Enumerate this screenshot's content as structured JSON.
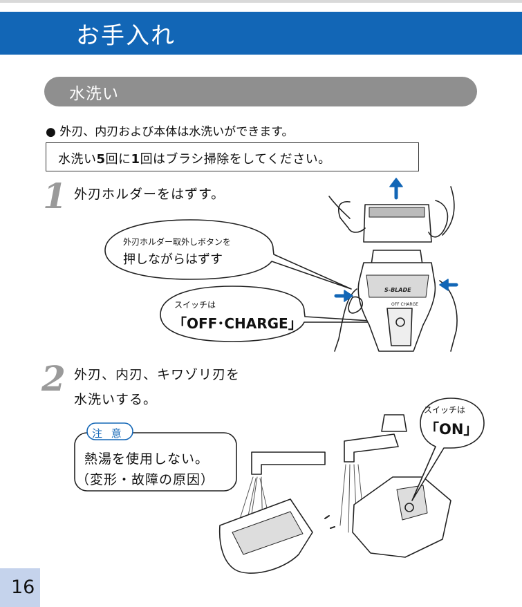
{
  "header": {
    "title": "お手入れ"
  },
  "section": {
    "title": "水洗い"
  },
  "bullet": {
    "marker": "●",
    "text": "外刃、内刃および本体は水洗いができます。"
  },
  "note": {
    "part1": "水洗い",
    "num1": "5",
    "part2": "回に",
    "num2": "1",
    "part3": "回はブラシ掃除をしてください。"
  },
  "step1": {
    "number": "1",
    "text": "外刃ホルダーをはずす。",
    "callout_release": {
      "small": "外刃ホルダー取外しボタンを",
      "big": "押しながらはずす"
    },
    "callout_switch": {
      "small": "スイッチは",
      "big": "「OFF･CHARGE」"
    },
    "product_logo": "S-BLADE",
    "switch_marking": "OFF CHARGE"
  },
  "step2": {
    "number": "2",
    "text_line1": "外刃、内刃、キワゾリ刃を",
    "text_line2": "水洗いする。",
    "callout_switch": {
      "small": "スイッチは",
      "big": "「ON」"
    },
    "caution": {
      "label": "注 意",
      "line1": "熱湯を使用しない。",
      "line2": "（変形・故障の原因）"
    }
  },
  "page": {
    "number": "16"
  },
  "colors": {
    "header_blue": "#1266b6",
    "section_gray": "#8f8f8f",
    "page_box": "#c5d3ec",
    "step_number_gray": "#9a9a9a"
  }
}
